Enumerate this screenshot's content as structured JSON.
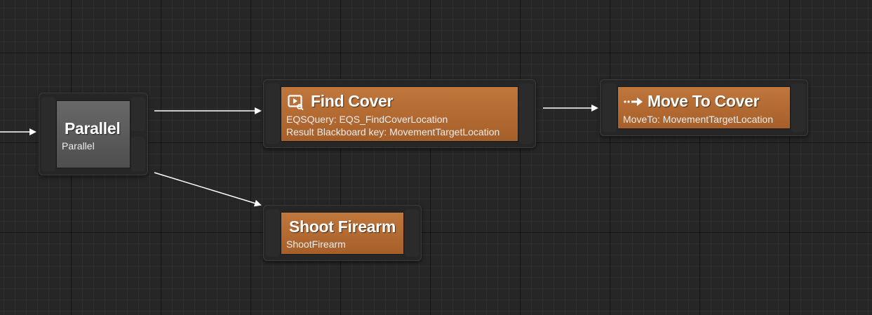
{
  "nodes": {
    "parallel": {
      "title": "Parallel",
      "subtitle": "Parallel"
    },
    "find_cover": {
      "icon": "eqs-query-icon",
      "title": "Find Cover",
      "line1": "EQSQuery: EQS_FindCoverLocation",
      "line2": "Result Blackboard key: MovementTargetLocation"
    },
    "move_to_cover": {
      "icon": "move-to-arrow-icon",
      "title": "Move To Cover",
      "line1": "MoveTo: MovementTargetLocation"
    },
    "shoot_firearm": {
      "title": "Shoot Firearm",
      "line1": "ShootFirearm"
    }
  },
  "colors": {
    "canvas_background": "#262626",
    "task_node": "#b56a31",
    "composite_node": "#5a5a5a",
    "wire": "#ffffff"
  }
}
